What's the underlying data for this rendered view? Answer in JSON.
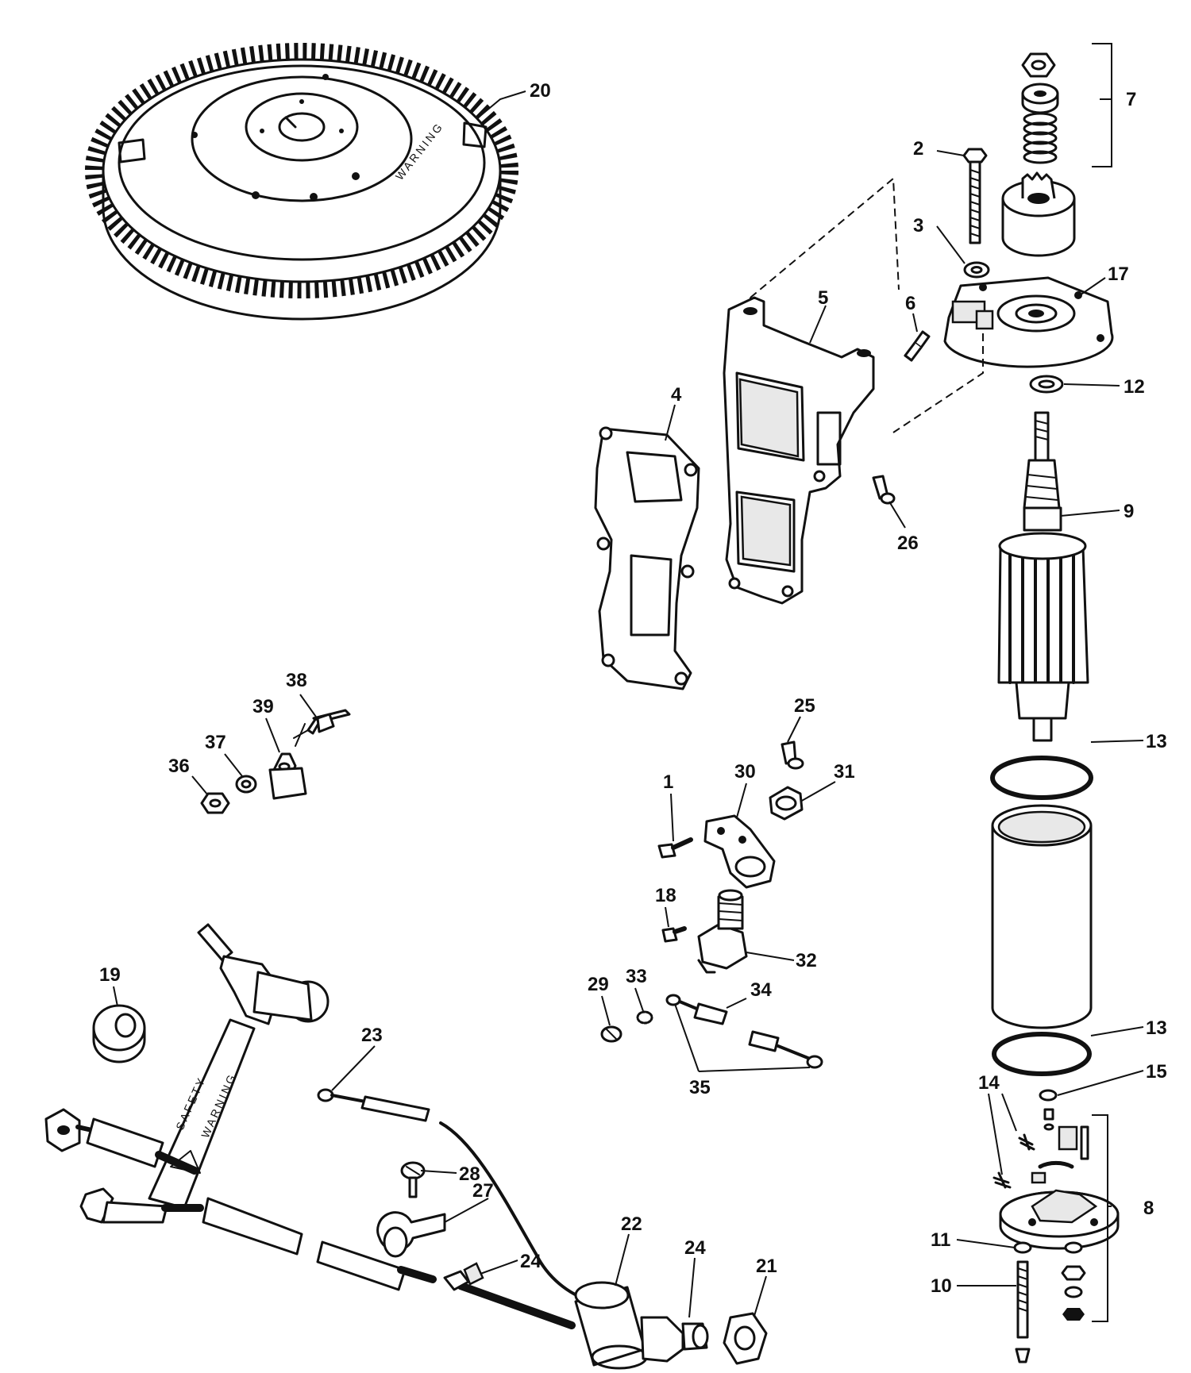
{
  "part_text": {
    "flywheel_warning": "WARNING",
    "lead_safety": "SAFETY",
    "lead_warning": "WARNING"
  },
  "callouts": [
    {
      "id": "c20",
      "text": "20"
    },
    {
      "id": "c7",
      "text": "7"
    },
    {
      "id": "c2",
      "text": "2"
    },
    {
      "id": "c3",
      "text": "3"
    },
    {
      "id": "c17",
      "text": "17"
    },
    {
      "id": "c5",
      "text": "5"
    },
    {
      "id": "c6",
      "text": "6"
    },
    {
      "id": "c12",
      "text": "12"
    },
    {
      "id": "c4",
      "text": "4"
    },
    {
      "id": "c9",
      "text": "9"
    },
    {
      "id": "c26",
      "text": "26"
    },
    {
      "id": "c38",
      "text": "38"
    },
    {
      "id": "c39",
      "text": "39"
    },
    {
      "id": "c37",
      "text": "37"
    },
    {
      "id": "c36",
      "text": "36"
    },
    {
      "id": "c25",
      "text": "25"
    },
    {
      "id": "c13a",
      "text": "13"
    },
    {
      "id": "c30",
      "text": "30"
    },
    {
      "id": "c31",
      "text": "31"
    },
    {
      "id": "c1",
      "text": "1"
    },
    {
      "id": "c18",
      "text": "18"
    },
    {
      "id": "c32",
      "text": "32"
    },
    {
      "id": "c19",
      "text": "19"
    },
    {
      "id": "c29",
      "text": "29"
    },
    {
      "id": "c33",
      "text": "33"
    },
    {
      "id": "c34",
      "text": "34"
    },
    {
      "id": "c13b",
      "text": "13"
    },
    {
      "id": "c23",
      "text": "23"
    },
    {
      "id": "c35",
      "text": "35"
    },
    {
      "id": "c15",
      "text": "15"
    },
    {
      "id": "c14",
      "text": "14"
    },
    {
      "id": "c28",
      "text": "28"
    },
    {
      "id": "c8",
      "text": "8"
    },
    {
      "id": "c27",
      "text": "27"
    },
    {
      "id": "c22",
      "text": "22"
    },
    {
      "id": "c24a",
      "text": "24"
    },
    {
      "id": "c24b",
      "text": "24"
    },
    {
      "id": "c21",
      "text": "21"
    },
    {
      "id": "c11",
      "text": "11"
    },
    {
      "id": "c10",
      "text": "10"
    }
  ]
}
